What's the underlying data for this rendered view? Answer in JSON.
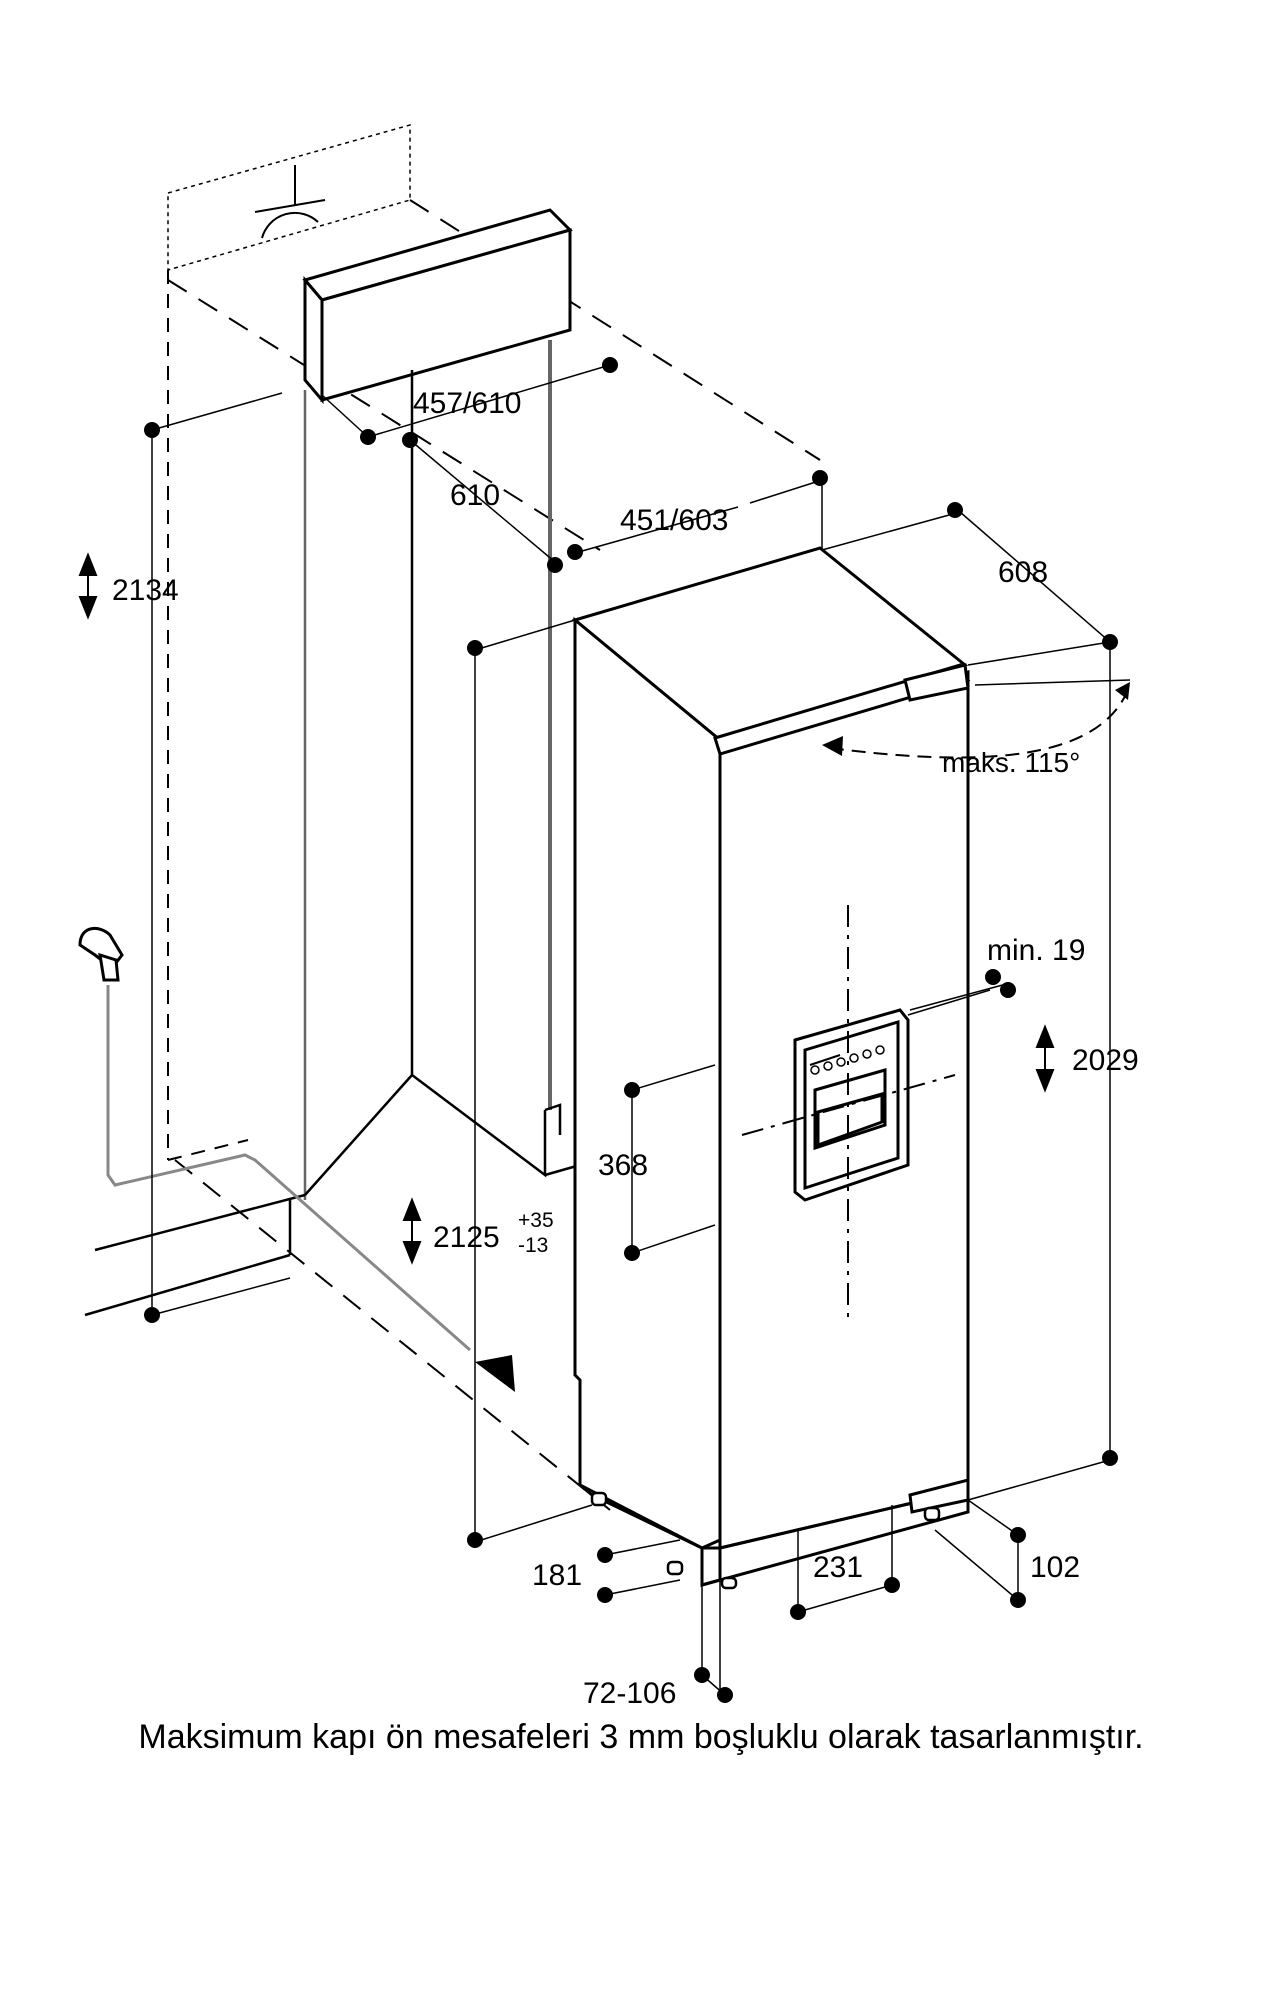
{
  "dimensions": {
    "niche_height": "2134",
    "niche_depth_front": "457/610",
    "niche_depth": "610",
    "unit_depth": "451/603",
    "unit_width": "608",
    "door_angle": "maks. 115°",
    "door_gap": "min. 19",
    "unit_height": "2029",
    "dispenser_height": "368",
    "install_height": "2125",
    "install_tolerance_plus": "+35",
    "install_tolerance_minus": "-13",
    "base_left": "181",
    "base_center": "231",
    "base_right": "102",
    "plinth_height": "72-106"
  },
  "caption": "Maksimum kapı ön mesafeleri 3 mm boşluklu olarak tasarlanmıştır.",
  "colors": {
    "line": "#000000",
    "pipe": "#888888",
    "background": "#ffffff"
  }
}
